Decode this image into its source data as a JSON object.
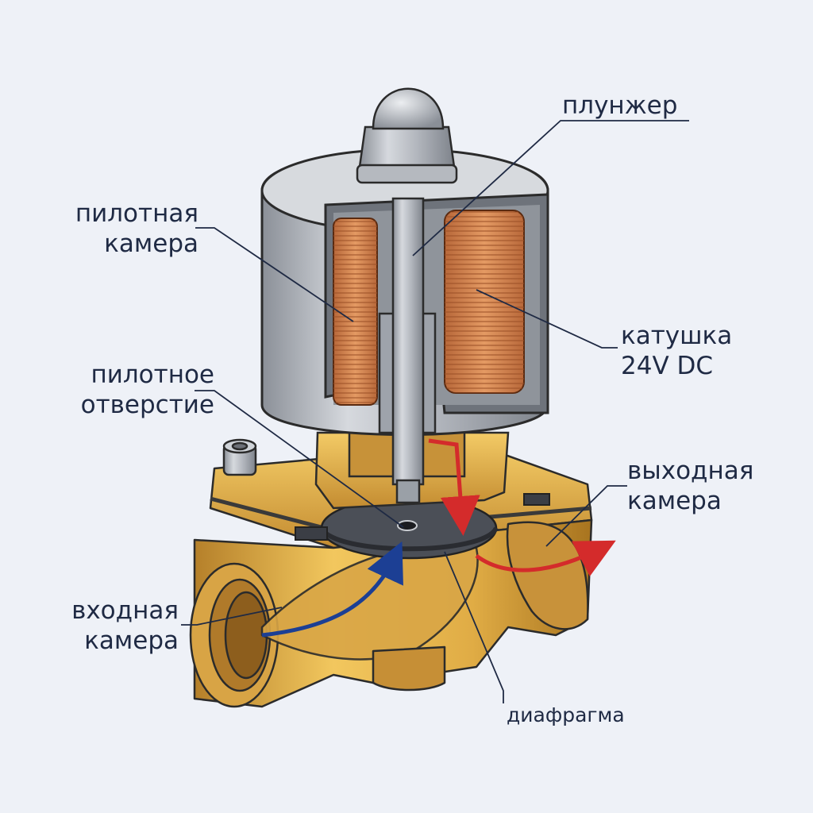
{
  "labels": {
    "plunger": "плунжер",
    "pilot_chamber": [
      "пилотная",
      "камера"
    ],
    "coil": [
      "катушка",
      "24V DC"
    ],
    "pilot_orifice": [
      "пилотное",
      "отверстие"
    ],
    "outlet_chamber": [
      "выходная",
      "камера"
    ],
    "inlet_chamber": [
      "входная",
      "камера"
    ],
    "diaphragm": "диафрагма"
  },
  "colors": {
    "background": "#eef1f7",
    "text": "#1f2a44",
    "brass": "#e3b24a",
    "brass_dark": "#b9822a",
    "steel": "#a9aeb5",
    "copper": "#d0804a",
    "diaphragm": "#4b4f57",
    "inlet_flow": "#1c3f94",
    "outlet_flow": "#d42b2b"
  }
}
